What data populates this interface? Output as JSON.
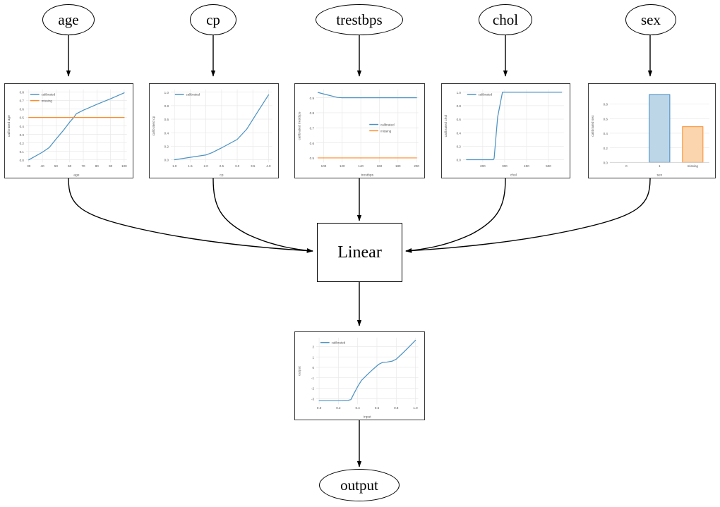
{
  "diagram": {
    "type": "calibrated-additive-model-graph",
    "input_nodes": [
      {
        "id": "age",
        "label": "age"
      },
      {
        "id": "cp",
        "label": "cp"
      },
      {
        "id": "trestbps",
        "label": "trestbps"
      },
      {
        "id": "chol",
        "label": "chol"
      },
      {
        "id": "sex",
        "label": "sex"
      }
    ],
    "middle_node": {
      "id": "linear",
      "label": "Linear"
    },
    "output_node": {
      "id": "output",
      "label": "output"
    }
  },
  "colors": {
    "calibrated": "#4c92c3",
    "missing": "#ff8c2b",
    "bar_blue_fill": "#bcd6e8",
    "bar_blue_edge": "#3b84bf",
    "bar_orange_fill": "#fad5ad",
    "bar_orange_edge": "#ff8c2b",
    "panel_border": "#3b3b3b",
    "grid": "#e8e8e8",
    "text": "#555555",
    "edge": "#000000"
  },
  "legend_labels": {
    "calibrated": "calibrated",
    "missing": "missing"
  },
  "chart_data": [
    {
      "id": "age",
      "type": "line",
      "title": "",
      "xlabel": "age",
      "ylabel": "calibrated age",
      "xlim": [
        28,
        102
      ],
      "ylim": [
        -0.03,
        0.83
      ],
      "xticks": [
        30,
        40,
        50,
        60,
        70,
        80,
        90,
        100
      ],
      "yticks": [
        0.0,
        0.1,
        0.2,
        0.3,
        0.4,
        0.5,
        0.6,
        0.7,
        0.8
      ],
      "xtick_labels": [
        "30",
        "40",
        "50",
        "60",
        "70",
        "80",
        "90",
        "100"
      ],
      "ytick_labels": [
        "0.0",
        "0.1",
        "0.2",
        "0.3",
        "0.4",
        "0.5",
        "0.6",
        "0.7",
        "0.8"
      ],
      "grid": true,
      "legend_position": "upper-left",
      "series": [
        {
          "name": "calibrated",
          "color": "#4c92c3",
          "x": [
            30,
            40,
            45,
            50,
            55,
            60,
            63,
            65,
            70,
            80,
            90,
            100
          ],
          "y": [
            0.0,
            0.09,
            0.145,
            0.245,
            0.34,
            0.445,
            0.5,
            0.545,
            0.585,
            0.655,
            0.72,
            0.79
          ]
        },
        {
          "name": "missing",
          "color": "#ff8c2b",
          "x": [
            30,
            100
          ],
          "y": [
            0.5,
            0.5
          ]
        }
      ]
    },
    {
      "id": "cp",
      "type": "line",
      "title": "",
      "xlabel": "cp",
      "ylabel": "calibrated cp",
      "xlim": [
        0.88,
        4.12
      ],
      "ylim": [
        -0.04,
        1.04
      ],
      "xticks": [
        1.0,
        1.5,
        2.0,
        2.5,
        3.0,
        3.5,
        4.0
      ],
      "yticks": [
        0.0,
        0.2,
        0.4,
        0.6,
        0.8,
        1.0
      ],
      "xtick_labels": [
        "1.0",
        "1.5",
        "2.0",
        "2.5",
        "3.0",
        "3.5",
        "4.0"
      ],
      "ytick_labels": [
        "0.0",
        "0.2",
        "0.4",
        "0.6",
        "0.8",
        "1.0"
      ],
      "grid": true,
      "legend_position": "upper-left",
      "series": [
        {
          "name": "calibrated",
          "color": "#4c92c3",
          "x": [
            1.0,
            1.5,
            2.0,
            2.2,
            2.5,
            3.0,
            3.3,
            3.6,
            4.0
          ],
          "y": [
            0.0,
            0.035,
            0.07,
            0.105,
            0.175,
            0.3,
            0.45,
            0.67,
            0.96
          ]
        }
      ]
    },
    {
      "id": "trestbps",
      "type": "line",
      "title": "",
      "xlabel": "trestbps",
      "ylabel": "calibrated trestbps",
      "xlim": [
        92,
        202
      ],
      "ylim": [
        0.47,
        0.955
      ],
      "xticks": [
        100,
        120,
        140,
        160,
        180,
        200
      ],
      "yticks": [
        0.5,
        0.6,
        0.7,
        0.8,
        0.9
      ],
      "xtick_labels": [
        "100",
        "120",
        "140",
        "160",
        "180",
        "200"
      ],
      "ytick_labels": [
        "0.5",
        "0.6",
        "0.7",
        "0.8",
        "0.9"
      ],
      "grid": true,
      "legend_position": "center-right",
      "series": [
        {
          "name": "calibrated",
          "color": "#4c92c3",
          "x": [
            94,
            100,
            115,
            120,
            140,
            160,
            180,
            200
          ],
          "y": [
            0.935,
            0.925,
            0.902,
            0.9,
            0.9,
            0.9,
            0.9,
            0.9
          ]
        },
        {
          "name": "missing",
          "color": "#ff8c2b",
          "x": [
            94,
            200
          ],
          "y": [
            0.5,
            0.5
          ]
        }
      ]
    },
    {
      "id": "chol",
      "type": "line",
      "title": "",
      "xlabel": "chol",
      "ylabel": "calibrated chol",
      "xlim": [
        110,
        570
      ],
      "ylim": [
        -0.04,
        1.04
      ],
      "xticks": [
        200,
        300,
        400,
        500
      ],
      "yticks": [
        0.0,
        0.2,
        0.4,
        0.6,
        0.8,
        1.0
      ],
      "xtick_labels": [
        "200",
        "300",
        "400",
        "500"
      ],
      "ytick_labels": [
        "0.0",
        "0.2",
        "0.4",
        "0.6",
        "0.8",
        "1.0"
      ],
      "grid": true,
      "legend_position": "upper-left",
      "series": [
        {
          "name": "calibrated",
          "color": "#4c92c3",
          "x": [
            126,
            200,
            248,
            252,
            268,
            290,
            400,
            500,
            560
          ],
          "y": [
            0.0,
            0.0,
            0.0,
            0.02,
            0.63,
            1.0,
            1.0,
            1.0,
            1.0
          ]
        }
      ]
    },
    {
      "id": "sex",
      "type": "bar",
      "title": "",
      "xlabel": "sex",
      "ylabel": "calibrated sex",
      "categories": [
        "0",
        "1",
        "missing"
      ],
      "values": [
        0.0,
        0.93,
        0.49
      ],
      "bar_colors": [
        "#bcd6e8",
        "#bcd6e8",
        "#fad5ad"
      ],
      "bar_edge_colors": [
        "#3b84bf",
        "#3b84bf",
        "#ff8c2b"
      ],
      "ylim": [
        0.0,
        1.0
      ],
      "yticks": [
        0.0,
        0.2,
        0.4,
        0.6,
        0.8
      ],
      "ytick_labels": [
        "0.0",
        "0.2",
        "0.4",
        "0.6",
        "0.8"
      ],
      "grid": true,
      "legend_position": "none"
    },
    {
      "id": "output",
      "type": "line",
      "title": "",
      "xlabel": "input",
      "ylabel": "output",
      "xlim": [
        -0.03,
        1.03
      ],
      "ylim": [
        -3.55,
        2.85
      ],
      "xticks": [
        0.0,
        0.2,
        0.4,
        0.6,
        0.8,
        1.0
      ],
      "yticks": [
        -3,
        -2,
        -1,
        0,
        1,
        2
      ],
      "xtick_labels": [
        "0.0",
        "0.2",
        "0.4",
        "0.6",
        "0.8",
        "1.0"
      ],
      "ytick_labels": [
        "-3",
        "-2",
        "-1",
        "0",
        "1",
        "2"
      ],
      "grid": true,
      "legend_position": "upper-left",
      "series": [
        {
          "name": "calibrated",
          "color": "#4c92c3",
          "x": [
            0.0,
            0.1,
            0.2,
            0.3,
            0.33,
            0.36,
            0.4,
            0.44,
            0.5,
            0.56,
            0.62,
            0.66,
            0.7,
            0.76,
            0.8,
            0.86,
            0.92,
            1.0
          ],
          "y": [
            -3.2,
            -3.2,
            -3.2,
            -3.17,
            -3.1,
            -2.55,
            -1.85,
            -1.25,
            -0.7,
            -0.18,
            0.3,
            0.48,
            0.5,
            0.6,
            0.78,
            1.3,
            1.85,
            2.6
          ]
        }
      ]
    }
  ]
}
